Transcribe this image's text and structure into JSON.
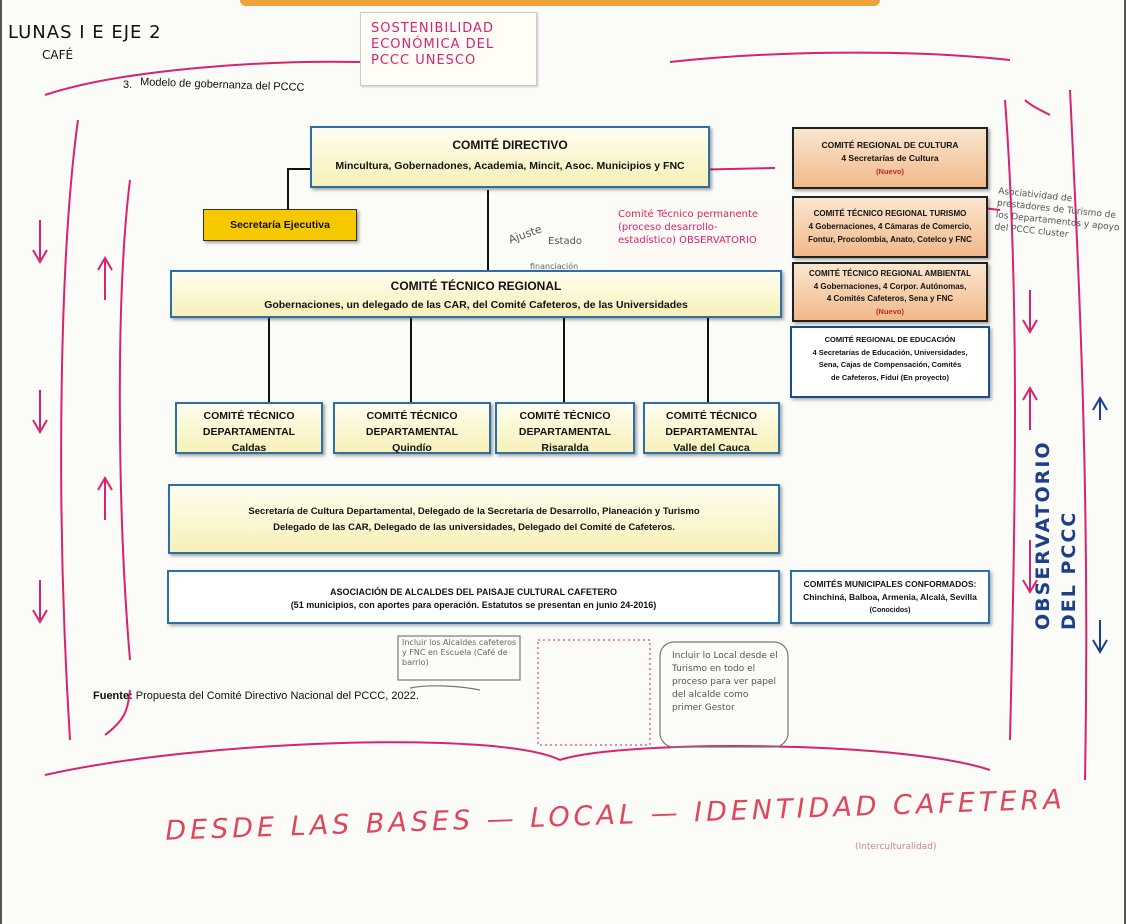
{
  "heading": {
    "number": "3.",
    "title": "Modelo de gobernanza del PCCC"
  },
  "annotations": {
    "top_left": "LUNAS I E EJE 2",
    "top_left_sub": "CAFÉ",
    "top_center": "SOSTENIBILIDAD ECONÓMICA DEL PCCC UNESCO",
    "comite_tecnico_note": "Comité Técnico permanente (proceso desarrollo-estadístico) OBSERVATORIO",
    "small_note_1": "Ajuste",
    "small_note_2": "financiación",
    "small_note_3": "Estado",
    "right_note": "Asociatividad de prestadores de Turismo de los Departamentos y apoyo del PCCC cluster",
    "observatorio": "OBSERVATORIO DEL PCCC",
    "bottom_note_left": "Incluir los Alcaldes cafeteros y FNC en Escuela (Café de barrio)",
    "bottom_note_right": "Incluir lo Local desde el Turismo en todo el proceso para ver papel del alcalde como primer Gestor",
    "footer_slogan": "DESDE LAS BASES — LOCAL — IDENTIDAD CAFETERA",
    "footer_slogan_sub": "(Interculturalidad)"
  },
  "boxes": {
    "comite_directivo": {
      "title": "COMITÉ DIRECTIVO",
      "members": "Mincultura, Gobernadones, Academia, Mincit, Asoc. Municipios y FNC"
    },
    "secretaria": "Secretaría Ejecutiva",
    "regional": {
      "title": "COMITÉ TÉCNICO REGIONAL",
      "members": "Gobernaciones, un delegado de las CAR, del Comité Cafeteros, de las Universidades"
    },
    "departamentales": [
      {
        "l1": "COMITÉ TÉCNICO",
        "l2": "DEPARTAMENTAL",
        "place": "Caldas"
      },
      {
        "l1": "COMITÉ TÉCNICO",
        "l2": "DEPARTAMENTAL",
        "place": "Quindío"
      },
      {
        "l1": "COMITÉ TÉCNICO",
        "l2": "DEPARTAMENTAL",
        "place": "Risaralda"
      },
      {
        "l1": "COMITÉ TÉCNICO",
        "l2": "DEPARTAMENTAL",
        "place": "Valle del Cauca"
      }
    ],
    "departamental_members": {
      "l1": "Secretaría de Cultura Departamental, Delegado de la Secretaría de Desarrollo, Planeación y Turismo",
      "l2": "Delegado de las CAR, Delegado de las universidades, Delegado del Comité de Cafeteros."
    },
    "asociacion": {
      "l1": "ASOCIACIÓN DE ALCALDES DEL PAISAJE CULTURAL CAFETERO",
      "l2": "(51 municipios, con aportes para operación. Estatutos se presentan en junio 24-2016)"
    },
    "side": {
      "cultura": {
        "l1": "COMITÉ REGIONAL DE CULTURA",
        "l2": "4 Secretarías de Cultura",
        "l3": "(Nuevo)"
      },
      "turismo": {
        "l1": "COMITÉ TÉCNICO REGIONAL TURISMO",
        "l2": "4 Gobernaciones, 4 Cámaras de Comercio,",
        "l3": "Fontur, Procolombia, Anato, Cotelco y FNC"
      },
      "ambiental": {
        "l1": "COMITÉ TÉCNICO REGIONAL AMBIENTAL",
        "l2": "4 Gobernaciones, 4 Corpor. Autónomas,",
        "l3": "4 Comités Cafeteros, Sena y FNC",
        "l4": "(Nuevo)"
      },
      "educacion": {
        "l1": "COMITÉ REGIONAL DE EDUCACIÓN",
        "l2": "4 Secretarías de Educación, Universidades,",
        "l3": "Sena, Cajas de Compensación, Comités",
        "l4": "de Cafeteros, Fiduí (En proyecto)"
      },
      "municipales": {
        "l1": "COMITÉS MUNICIPALES CONFORMADOS:",
        "l2": "Chinchiná, Balboa, Armenia, Alcalá, Sevilla",
        "l3": "(Conocidos)"
      }
    }
  },
  "source": {
    "label": "Fuente:",
    "text": "Propuesta del Comité Directivo Nacional del PCCC, 2022."
  }
}
